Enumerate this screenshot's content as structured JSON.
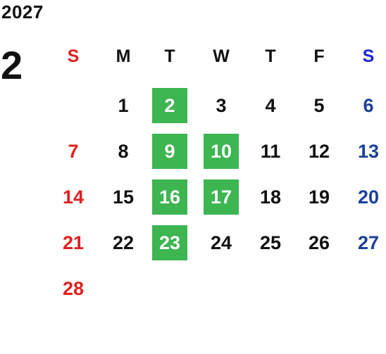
{
  "calendar": {
    "year": "2027",
    "month": "2",
    "weekdays": [
      "S",
      "M",
      "T",
      "W",
      "T",
      "F",
      "S"
    ],
    "weeks": [
      [
        "",
        "1",
        "2",
        "3",
        "4",
        "5",
        "6"
      ],
      [
        "7",
        "8",
        "9",
        "10",
        "11",
        "12",
        "13"
      ],
      [
        "14",
        "15",
        "16",
        "17",
        "18",
        "19",
        "20"
      ],
      [
        "21",
        "22",
        "23",
        "24",
        "25",
        "26",
        "27"
      ],
      [
        "28",
        "",
        "",
        "",
        "",
        "",
        ""
      ]
    ],
    "highlighted_days": [
      "2",
      "9",
      "10",
      "16",
      "17",
      "23"
    ],
    "colors": {
      "sunday_header": "#e02020",
      "saturday_header": "#1a25d6",
      "sunday_dates": "#e02020",
      "saturday_dates": "#1c3f99",
      "weekday_text": "#111111",
      "highlight_bg": "#3db551",
      "highlight_text": "#ffffff"
    }
  }
}
